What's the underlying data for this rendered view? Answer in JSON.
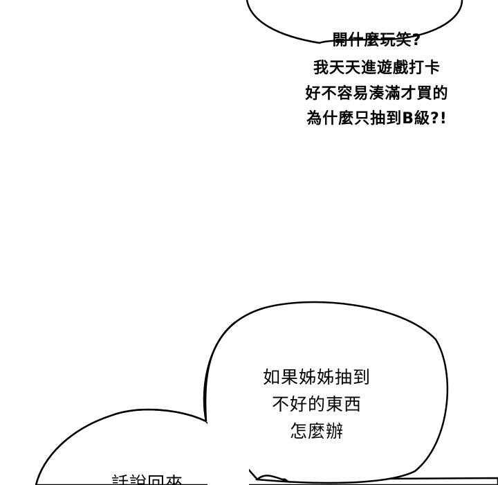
{
  "top_bubble": {
    "lines": [
      "開什麼玩笑?",
      "我天天進遊戲打卡",
      "好不容易湊滿才買的",
      "為什麼只抽到B級?!"
    ]
  },
  "middle_bubble": {
    "lines": [
      "如果姊姊抽到",
      "不好的東西",
      "怎麼辦"
    ]
  },
  "bottom_bubble": {
    "lines": [
      "話說回來"
    ]
  }
}
